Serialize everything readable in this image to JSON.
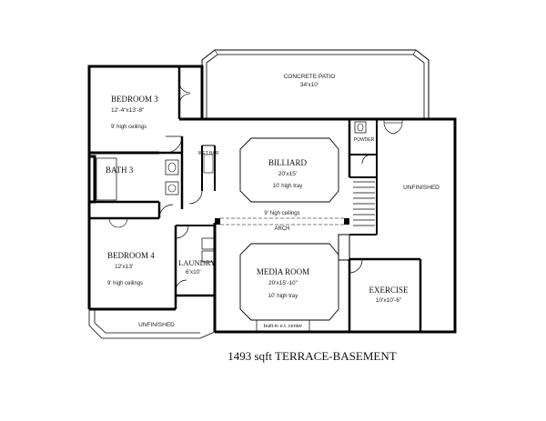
{
  "rooms": {
    "bedroom3": {
      "name": "BEDROOM 3",
      "size": "12'-4\"x13'-8\"",
      "note": "9' high ceilings"
    },
    "bath3": {
      "name": "BATH 3"
    },
    "billiard": {
      "name": "BILLIARD",
      "size": "20'x15'",
      "note": "10' high tray"
    },
    "wet_bar": {
      "name": "WET BAR"
    },
    "powder": {
      "name": "POWDER"
    },
    "bedroom4": {
      "name": "BEDROOM 4",
      "size": "12'x13'",
      "note": "9' high ceilings"
    },
    "laundry": {
      "name": "LAUNDRY",
      "size": "6'x10'"
    },
    "media_room": {
      "name": "MEDIA ROOM",
      "size": "20'x15'-10\"",
      "note": "10' high tray"
    },
    "exercise": {
      "name": "EXERCISE",
      "size": "10'x10'-6\""
    },
    "patio": {
      "name": "CONCRETE PATIO",
      "size": "34'x10'"
    },
    "unfinished_right": {
      "name": "UNFINISHED"
    },
    "unfinished_bottom": {
      "name": "UNFINISHED"
    }
  },
  "annotations": {
    "ceilings": "9' high ceilings",
    "arch": "ARCH",
    "entertainment_center": "built-in e.t. center"
  },
  "caption": "1493 sqft TERRACE-BASEMENT"
}
